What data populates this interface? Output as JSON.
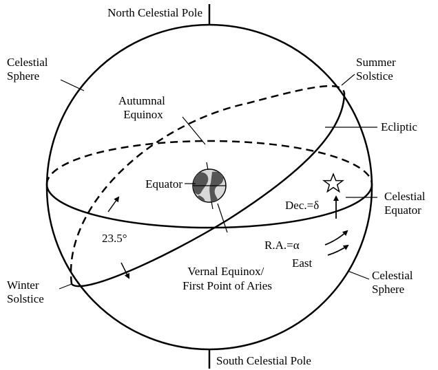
{
  "labels": {
    "north_pole": "North Celestial Pole",
    "south_pole": "South Celestial Pole",
    "celestial_sphere_top": [
      "Celestial",
      "Sphere"
    ],
    "celestial_sphere_bottom": [
      "Celestial",
      "Sphere"
    ],
    "summer_solstice": [
      "Summer",
      "Solstice"
    ],
    "winter_solstice": [
      "Winter",
      "Solstice"
    ],
    "autumnal_equinox": [
      "Autumnal",
      "Equinox"
    ],
    "vernal_equinox": [
      "Vernal Equinox/",
      "First Point of Aries"
    ],
    "ecliptic": "Ecliptic",
    "celestial_equator": [
      "Celestial",
      "Equator"
    ],
    "equator": "Equator",
    "declination": "Dec.=δ",
    "right_ascension": "R.A.=α",
    "east": "East",
    "tilt_angle": "23.5°"
  },
  "icons": {
    "star": "star-icon",
    "earth": "earth-icon"
  },
  "colors": {
    "line": "#000000",
    "background": "#ffffff"
  }
}
